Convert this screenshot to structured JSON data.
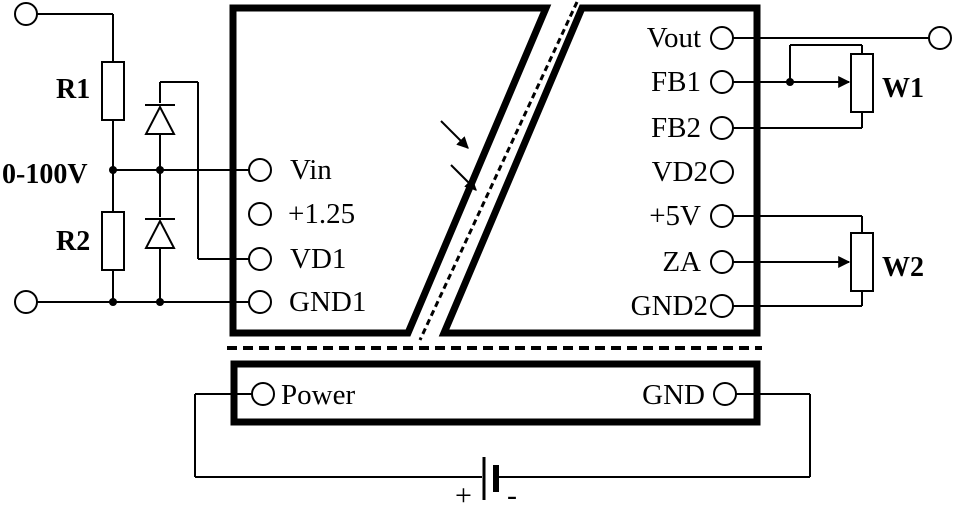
{
  "input_side": {
    "voltage_label": "0-100V",
    "r1_label": "R1",
    "r2_label": "R2"
  },
  "left_pins": {
    "vin": "Vin",
    "ref": "+1.25",
    "vd1": "VD1",
    "gnd1": "GND1"
  },
  "right_pins": {
    "vout": "Vout",
    "fb1": "FB1",
    "fb2": "FB2",
    "vd2": "VD2",
    "plus5v": "+5V",
    "za": "ZA",
    "gnd2": "GND2"
  },
  "pots": {
    "w1": "W1",
    "w2": "W2"
  },
  "power_module": {
    "power": "Power",
    "gnd": "GND"
  },
  "battery": {
    "plus": "+",
    "minus": "-"
  }
}
